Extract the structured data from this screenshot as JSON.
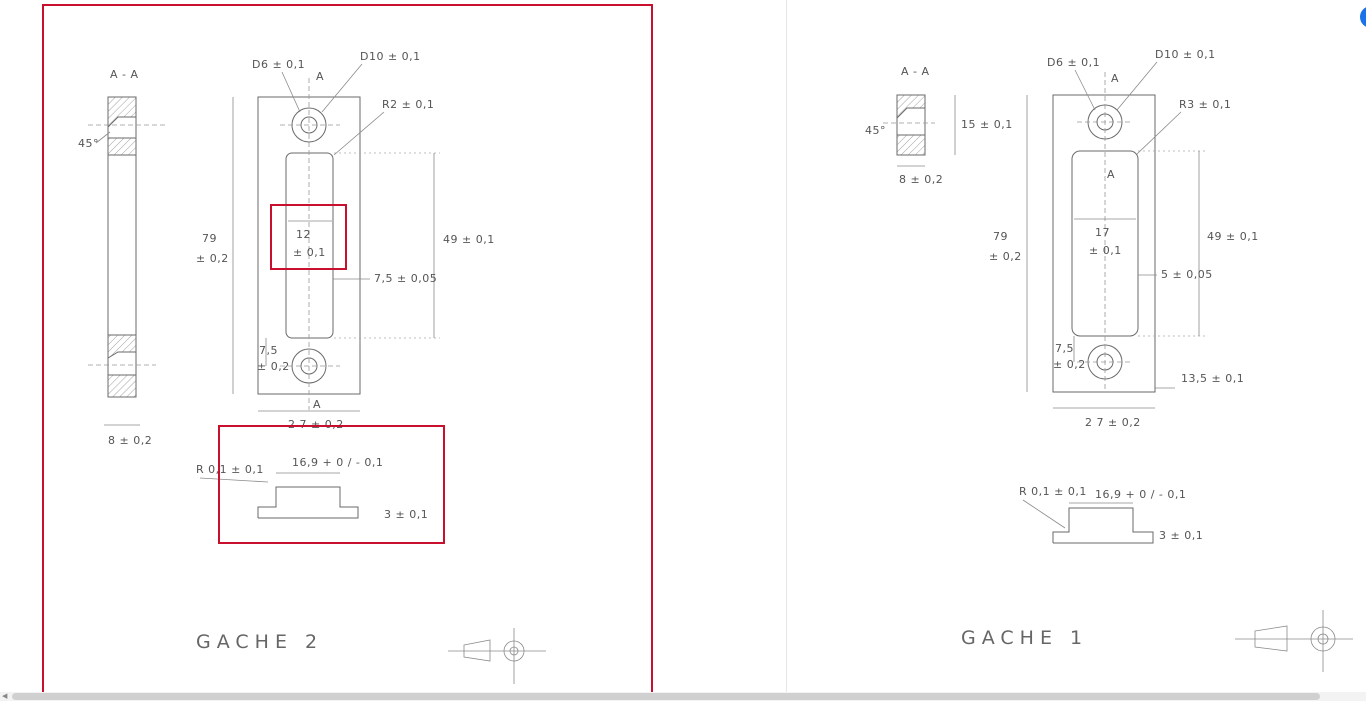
{
  "gache2": {
    "title": "GACHE 2",
    "section": "A - A",
    "angle": "45°",
    "width_section": "8 ± 0,2",
    "d6": "D6 ± 0,1",
    "d10": "D10 ± 0,1",
    "radius": "R2 ± 0,1",
    "cut_a_top": "A",
    "cut_a_bottom": "A",
    "height_main": "79",
    "height_main_tol": "± 0,2",
    "slot_width": "12",
    "slot_width_tol": "± 0,1",
    "slot_height": "49 ± 0,1",
    "slot_offset": "7,5 ± 0,05",
    "hole_offset": "7,5",
    "hole_offset_tol": "± 0,2",
    "width_main": "2 7 ± 0,2",
    "profile_radius": "R 0,1 ± 0,1",
    "profile_width": "16,9 + 0 / - 0,1",
    "profile_thickness": "3 ± 0,1"
  },
  "gache1": {
    "title": "GACHE 1",
    "section": "A - A",
    "angle": "45°",
    "height_section": "15 ± 0,1",
    "width_section": "8 ± 0,2",
    "d6": "D6 ± 0,1",
    "d10": "D10 ± 0,1",
    "radius": "R3 ± 0,1",
    "cut_a_top": "A",
    "cut_a_bottom": "A",
    "height_main": "79",
    "height_main_tol": "± 0,2",
    "slot_width": "17",
    "slot_width_tol": "± 0,1",
    "slot_height": "49 ± 0,1",
    "slot_offset": "5 ± 0,05",
    "hole_offset": "7,5",
    "hole_offset_tol": "± 0,2",
    "edge_offset": "13,5 ± 0,1",
    "width_main": "2 7 ± 0,2",
    "profile_radius": "R 0,1 ± 0,1",
    "profile_width": "16,9 + 0 / - 0,1",
    "profile_thickness": "3 ± 0,1"
  },
  "colors": {
    "annotation": "#c8102e",
    "pencil": "#6a6a6a",
    "accent": "#1a73e8"
  }
}
